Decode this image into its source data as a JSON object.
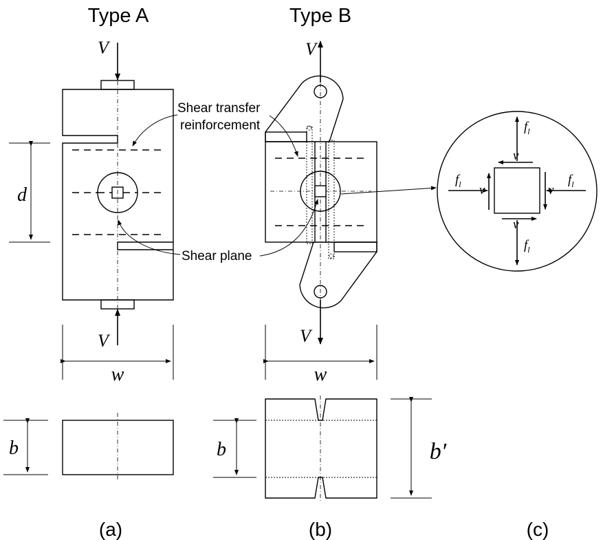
{
  "titles": {
    "type_a": "Type A",
    "type_b": "Type B"
  },
  "labels": {
    "shear_transfer_line1": "Shear transfer",
    "shear_transfer_line2": "reinforcement",
    "shear_plane": "Shear plane",
    "V": "V",
    "d": "d",
    "w": "w",
    "b": "b",
    "b_prime": "b′",
    "v": "v",
    "f": "f",
    "f_sub": "l"
  },
  "captions": {
    "a": "(a)",
    "b": "(b)",
    "c": "(c)"
  }
}
